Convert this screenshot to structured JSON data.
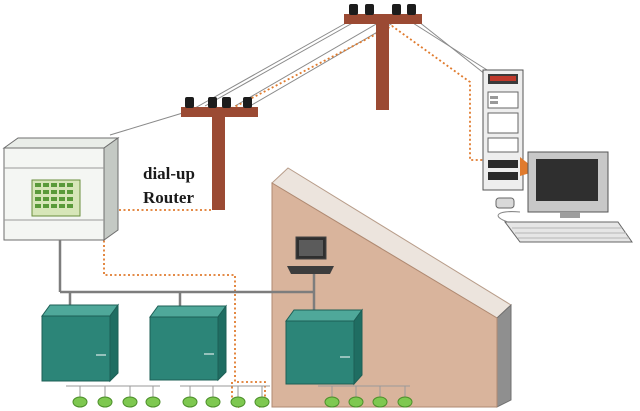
{
  "labels": {
    "line1": "dial-up",
    "line2": "Router"
  },
  "colors": {
    "pole": "#9b4a33",
    "wall": "#d9b49c",
    "panel": "#2c8578",
    "sensor": "#7ec850",
    "dial_line": "#e07b2e",
    "bus": "#7d7d7d"
  },
  "nodes": [
    {
      "id": "router",
      "icon": "router-cabinet-icon"
    },
    {
      "id": "pole-left",
      "icon": "utility-pole-icon"
    },
    {
      "id": "pole-right",
      "icon": "utility-pole-icon"
    },
    {
      "id": "server",
      "icon": "server-tower-icon"
    },
    {
      "id": "workstation",
      "icon": "desktop-computer-icon"
    },
    {
      "id": "laptop",
      "icon": "laptop-icon"
    },
    {
      "id": "panel-1",
      "icon": "control-panel-icon"
    },
    {
      "id": "panel-2",
      "icon": "control-panel-icon"
    },
    {
      "id": "panel-3",
      "icon": "control-panel-icon"
    },
    {
      "id": "wall",
      "icon": "building-wall-icon"
    }
  ]
}
